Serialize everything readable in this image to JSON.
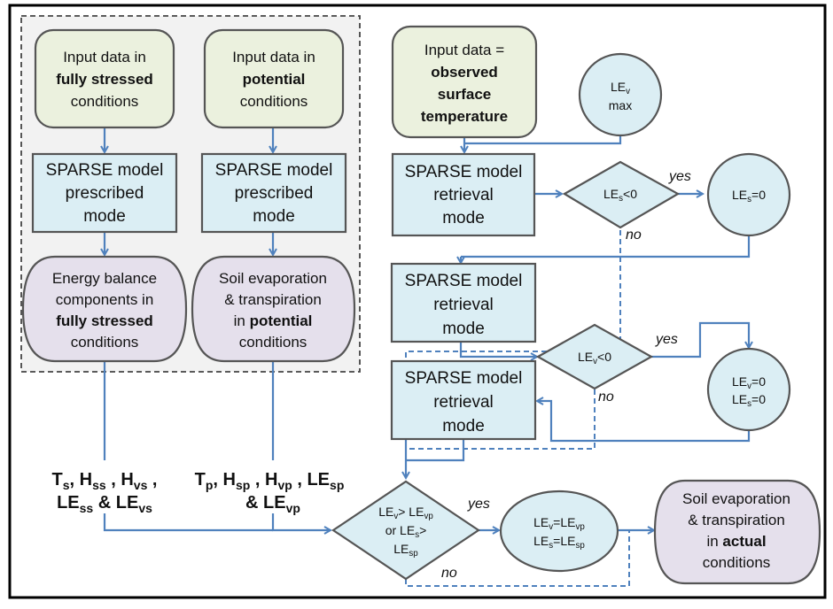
{
  "colors": {
    "input_fill": "#ebf1de",
    "process_fill": "#dbeef4",
    "output_fill": "#e5e0ec",
    "group_fill": "#f2f2f2",
    "arrow": "#4f81bd",
    "outline": "#555555",
    "border": "#000000"
  },
  "group": {
    "left_column": {
      "input": {
        "line1": "Input data in",
        "line2": "fully stressed",
        "line3": "conditions"
      },
      "model": {
        "line1": "SPARSE model",
        "line2": "prescribed",
        "line3": "mode"
      },
      "output": {
        "line1": "Energy balance",
        "line2": "components in",
        "line3": "fully stressed",
        "line4": "conditions"
      }
    },
    "right_column": {
      "input": {
        "line1": "Input data in",
        "line2": "potential",
        "line3": "conditions"
      },
      "model": {
        "line1": "SPARSE model",
        "line2": "prescribed",
        "line3": "mode"
      },
      "output": {
        "line1": "Soil evaporation",
        "line2": "& transpiration",
        "line3_pre": "in ",
        "line3_bold": "potential",
        "line4": "conditions"
      }
    }
  },
  "variables": {
    "stressed": {
      "row1": [
        {
          "base": "T",
          "sub": "s",
          "sep": ", "
        },
        {
          "base": "H",
          "sub": "ss",
          "sep": " , "
        },
        {
          "base": "H",
          "sub": "vs",
          "sep": " ,"
        }
      ],
      "row2": [
        {
          "base": "LE",
          "sub": "ss",
          "sep": " & "
        },
        {
          "base": "LE",
          "sub": "vs",
          "sep": ""
        }
      ]
    },
    "potential": {
      "row1": [
        {
          "base": "T",
          "sub": "p",
          "sep": ", "
        },
        {
          "base": "H",
          "sub": "sp",
          "sep": " , "
        },
        {
          "base": "H",
          "sub": "vp",
          "sep": " , "
        },
        {
          "base": "LE",
          "sub": "sp",
          "sep": ""
        }
      ],
      "row2": [
        {
          "base": "& LE",
          "sub": "vp",
          "sep": ""
        }
      ]
    }
  },
  "retrieval": {
    "input": {
      "line1": "Input data =",
      "line2": "observed",
      "line3": "surface",
      "line4": "temperature"
    },
    "le_v_max": {
      "base": "LE",
      "sub": "v",
      "line2": "max"
    },
    "model_1": {
      "line1": "SPARSE model",
      "line2": "retrieval",
      "line3": "mode"
    },
    "model_2": {
      "line1": "SPARSE model",
      "line2": "retrieval",
      "line3": "mode"
    },
    "model_3": {
      "line1": "SPARSE model",
      "line2": "retrieval",
      "line3": "mode"
    },
    "decision_les": {
      "base": "LE",
      "sub": "s",
      "rest": "<0"
    },
    "result_les": {
      "base": "LE",
      "sub": "s",
      "rest": "=0"
    },
    "decision_lev": {
      "base": "LE",
      "sub": "v",
      "rest": "<0"
    },
    "result_both": {
      "line1": {
        "base": "LE",
        "sub": "v",
        "rest": "=0"
      },
      "line2": {
        "base": "LE",
        "sub": "s",
        "rest": "=0"
      }
    },
    "decision_final": {
      "line1": {
        "a": "LE",
        "a_sub": "v",
        "b": "> LE",
        "b_sub": "vp"
      },
      "line2": {
        "a": "or LE",
        "a_sub": "s",
        "b": ">"
      },
      "line3": {
        "a": "LE",
        "a_sub": "sp"
      }
    },
    "result_final": {
      "line1": {
        "a": "LE",
        "a_sub": "v",
        "b": "=LE",
        "b_sub": "vp"
      },
      "line2": {
        "a": "LE",
        "a_sub": "s",
        "b": "=LE",
        "b_sub": "sp"
      }
    },
    "output": {
      "line1": "Soil evaporation",
      "line2": "& transpiration",
      "line3_pre": "in ",
      "line3_bold": "actual",
      "line4": "conditions"
    }
  },
  "labels": {
    "yes": "yes",
    "no": "no"
  }
}
